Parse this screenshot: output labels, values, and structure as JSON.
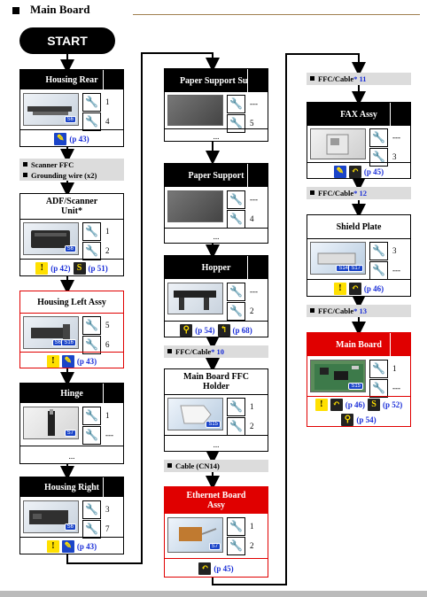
{
  "header": {
    "title": "Main Board"
  },
  "start_label": "START",
  "col1": {
    "housing_rear": {
      "title": "Housing Rear",
      "tag": "S6",
      "v1": "1",
      "v2": "4",
      "ref": "(p 43)"
    },
    "note1": {
      "line1": "Scanner FFC",
      "line2": "Grounding wire (x2)"
    },
    "adf": {
      "title": "ADF/Scanner Unit*",
      "tag": "S6",
      "v1": "1",
      "v2": "2",
      "ref1": "(p 42)",
      "ref2": "(p 51)"
    },
    "housing_left": {
      "title": "Housing Left Assy",
      "tag1": "S6",
      "tag2": "S16",
      "v1": "5",
      "v2": "6",
      "ref": "(p 43)"
    },
    "hinge": {
      "title": "Hinge",
      "tag": "S7",
      "v1": "1",
      "v2": "---",
      "dots": "..."
    },
    "housing_right": {
      "title": "Housing Right",
      "tag": "S6",
      "v1": "3",
      "v2": "7",
      "ref": "(p 43)"
    }
  },
  "col2": {
    "paper_support_sub": {
      "title": "Paper Support Sub",
      "v1": "---",
      "v2": "5",
      "dots": "..."
    },
    "paper_support": {
      "title": "Paper Support",
      "v1": "---",
      "v2": "4",
      "dots": "..."
    },
    "hopper": {
      "title": "Hopper",
      "v1": "---",
      "v2": "2",
      "ref1": "(p 54)",
      "ref2": "(p 68)"
    },
    "note2": {
      "prefix": "FFC/Cable",
      "mark": "* 10"
    },
    "mb_ffc_holder": {
      "title": "Main Board FFC Holder",
      "tag": "S15",
      "v1": "1",
      "v2": "2",
      "dots": "..."
    },
    "note3": {
      "text": "Cable (CN14)"
    },
    "ethernet": {
      "title": "Ethernet Board Assy",
      "tag": "S7",
      "v1": "1",
      "v2": "2",
      "ref": "(p 45)"
    }
  },
  "col3": {
    "note4": {
      "prefix": "FFC/Cable",
      "mark": "* 11"
    },
    "fax": {
      "title": "FAX Assy",
      "v1": "---",
      "v2": "3",
      "ref": "(p 45)"
    },
    "note5": {
      "prefix": "FFC/Cable",
      "mark": "* 12"
    },
    "shield": {
      "title": "Shield Plate",
      "tag1": "S14",
      "tag2": "S17",
      "v1": "3",
      "v2": "---",
      "ref": "(p 46)"
    },
    "note6": {
      "prefix": "FFC/Cable",
      "mark": "* 13"
    },
    "main_board": {
      "title": "Main Board",
      "tag": "S15",
      "v1": "1",
      "v2": "---",
      "ref1": "(p 46)",
      "ref2": "(p 52)",
      "ref3": "(p 54)"
    }
  }
}
